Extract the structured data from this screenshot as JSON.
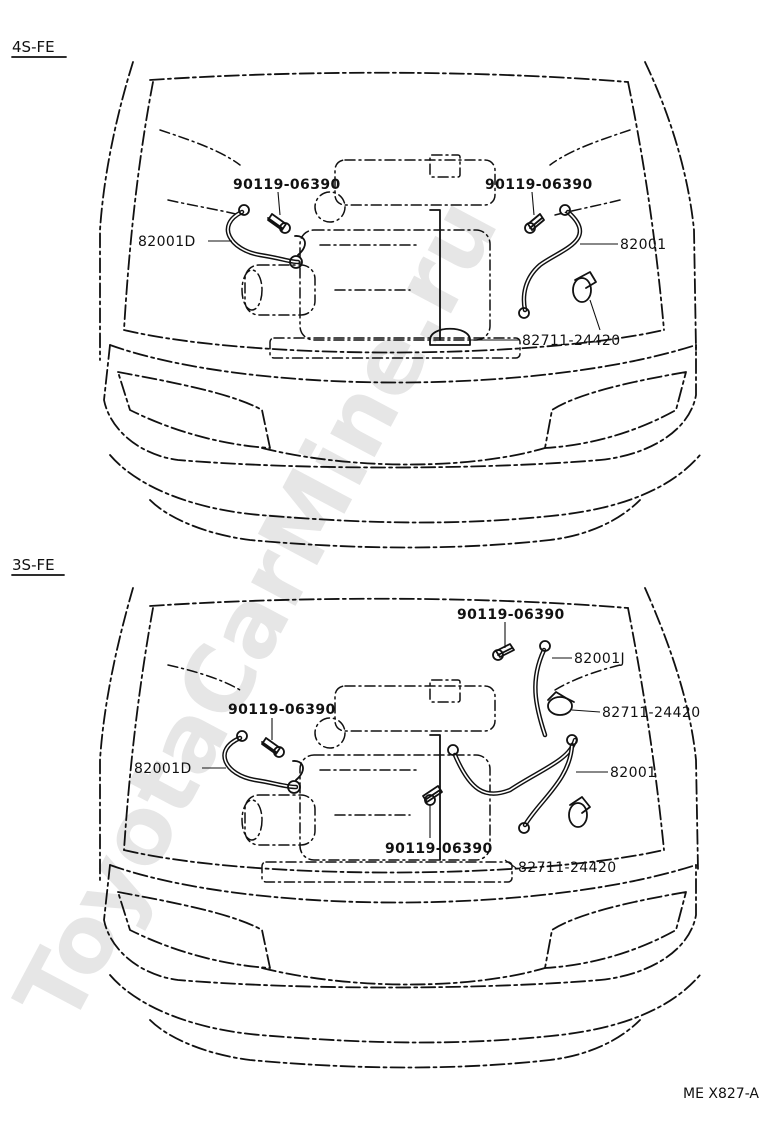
{
  "watermark": "ToyotaCarMine.ru",
  "reference_code": "ME X827-A",
  "sections": [
    {
      "label": "4S-FE",
      "parts": {
        "bolt_left": "90119-06390",
        "bolt_right": "90119-06390",
        "cable_left": "82001D",
        "cable_right": "82001",
        "clamp": "82711-24420"
      }
    },
    {
      "label": "3S-FE",
      "parts": {
        "bolt_top": "90119-06390",
        "cable_top": "82001J",
        "clamp_top": "82711-24420",
        "bolt_left": "90119-06390",
        "cable_left": "82001D",
        "cable_right": "82001",
        "bolt_bottom": "90119-06390",
        "clamp_bottom": "82711-24420"
      }
    }
  ]
}
